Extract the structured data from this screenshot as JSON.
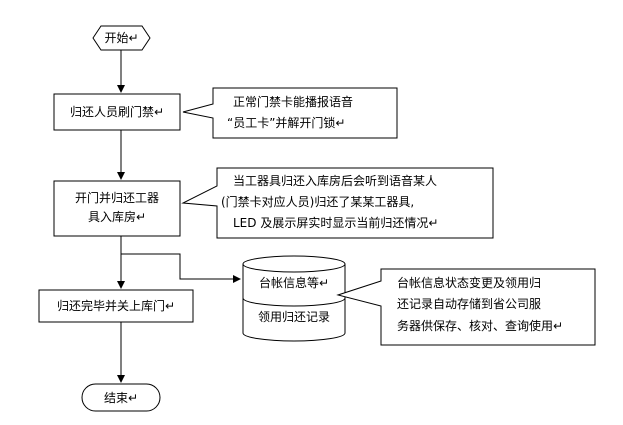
{
  "flowchart": {
    "start": "开始↵",
    "step1": "归还人员刷门禁↵",
    "step2_line1": "开门并归还工器",
    "step2_line2": "具入库房↵",
    "step3": "归还完毕并关上库门↵",
    "end": "结束↵"
  },
  "database": {
    "line1": "台帐信息等↵",
    "line2": "领用归还记录"
  },
  "callouts": {
    "c1_line1": "正常门禁卡能播报语音",
    "c1_line2": "“员工卡”并解开门锁↵",
    "c2_line1": "当工器具归还入库房后会听到语音某人",
    "c2_line2": "(门禁卡对应人员)归还了某某工器具,",
    "c2_line3": "LED 及展示屏实时显示当前归还情况↵",
    "c3_line1": "台帐信息状态变更及领用归",
    "c3_line2": "还记录自动存储到省公司服",
    "c3_line3": "务器供保存、核对、查询使用↵"
  }
}
